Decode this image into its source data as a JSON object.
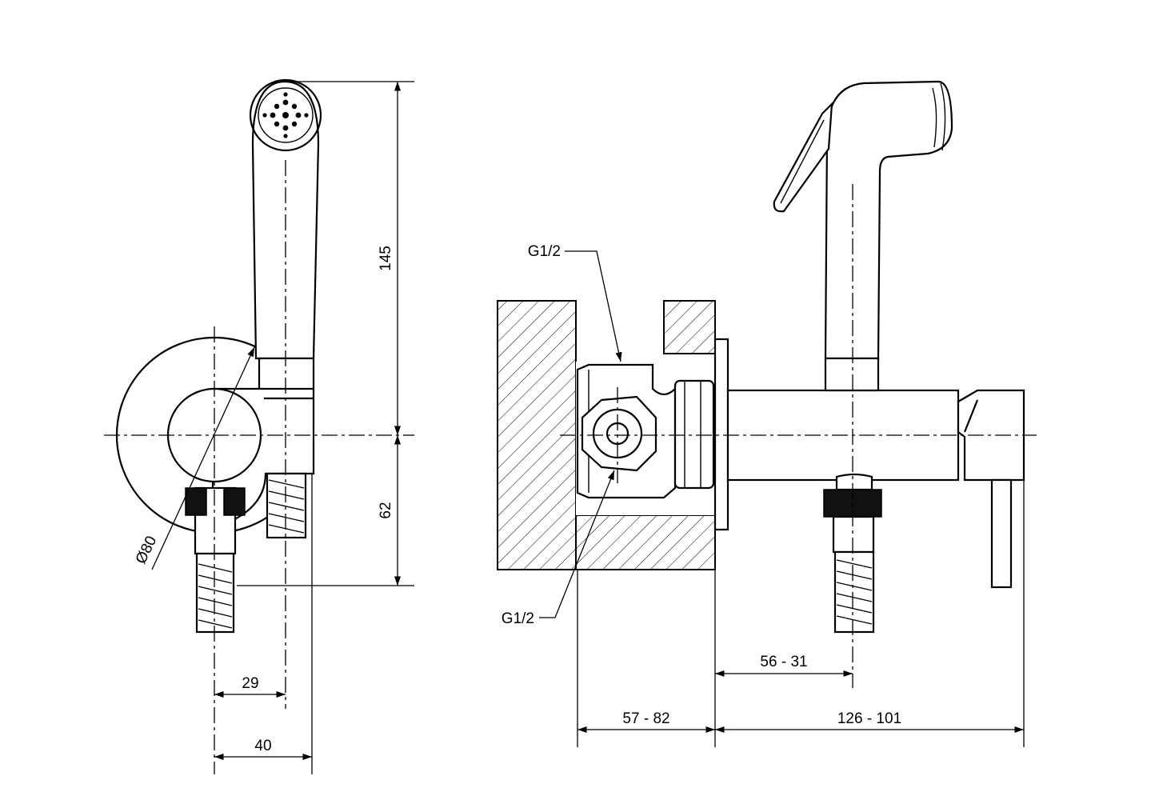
{
  "dimensions": {
    "height_top": "145",
    "height_bottom": "62",
    "diameter": "Ø80",
    "offset_29": "29",
    "width_40": "40",
    "thread_upper": "G1/2",
    "thread_lower": "G1/2",
    "depth_wall": "57 - 82",
    "outlet_offset": "56 - 31",
    "projection": "126 - 101"
  }
}
